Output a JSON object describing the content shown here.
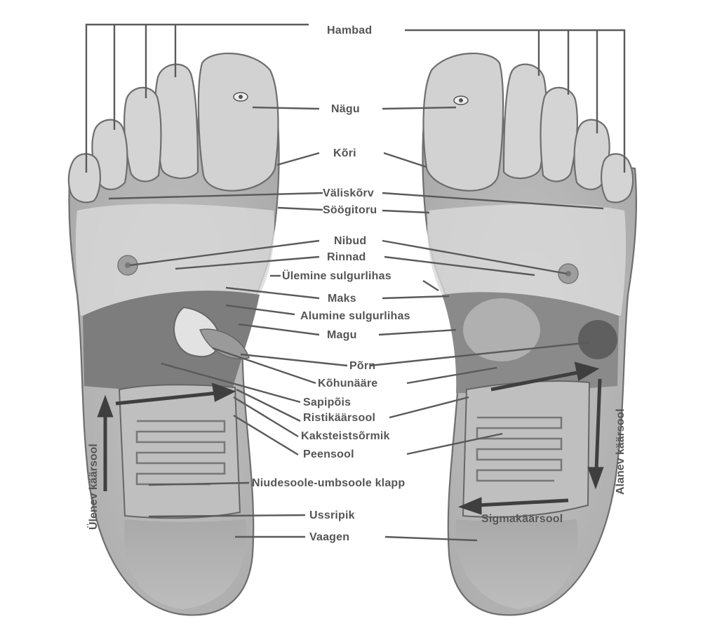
{
  "labels": {
    "hambad": "Hambad",
    "nagu": "Nägu",
    "kori": "Kõri",
    "valiskorv": "Väliskõrv",
    "soogitoru": "Söögitoru",
    "nibud": "Nibud",
    "rinnad": "Rinnad",
    "ulemine": "Ülemine sulgurlihas",
    "maks": "Maks",
    "alumine": "Alumine sulgurlihas",
    "magu": "Magu",
    "porn": "Põrn",
    "kohunaare": "Kõhunääre",
    "sapipois": "Sapipõis",
    "ristikaarsool": "Ristikäärsool",
    "kaksteist": "Kaksteistsõrmik",
    "peensool": "Peensool",
    "niudesoole": "Niudesoole-umbsoole klapp",
    "ussripik": "Ussripik",
    "vaagen": "Vaagen",
    "sigma": "Sigmakäärsool",
    "ulenev": "Ülenev käärsool",
    "alanev": "Alanev käärsool"
  }
}
